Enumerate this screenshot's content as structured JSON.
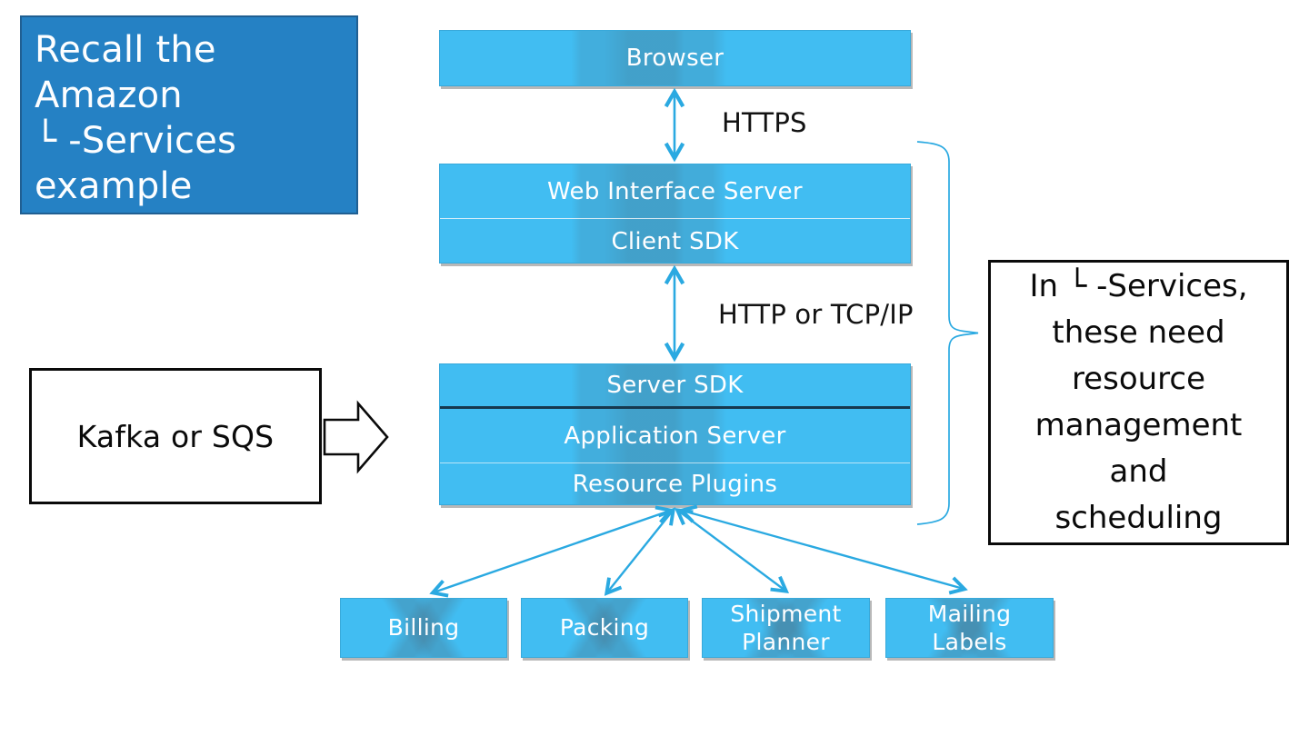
{
  "title_card": {
    "text": "Recall the\nAmazon\n└ -Services\nexample"
  },
  "tiers": {
    "browser": "Browser",
    "web_interface_server": "Web Interface Server",
    "client_sdk": "Client SDK",
    "server_sdk": "Server SDK",
    "application_server": "Application Server",
    "resource_plugins": "Resource Plugins"
  },
  "links": {
    "browser_to_web": "HTTPS",
    "client_to_server": "HTTP or TCP/IP"
  },
  "queue_callout": {
    "label": "Kafka or SQS"
  },
  "note_card": {
    "text": "In └ -Services,\nthese need\nresource\nmanagement\nand\nscheduling"
  },
  "services": [
    "Billing",
    "Packing",
    "Shipment\nPlanner",
    "Mailing\nLabels"
  ],
  "colors": {
    "tier_fill": "#41bdf2",
    "tier_border": "#38a9da",
    "title_fill": "#2581c4",
    "title_border": "#205f92",
    "connector_blue": "#2aa9e1",
    "dark_divider": "#16384e",
    "text_on_blue": "#ffffff",
    "ink": "#0a0a0a"
  }
}
